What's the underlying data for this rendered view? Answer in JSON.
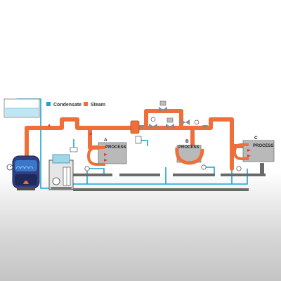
{
  "legend": {
    "condensate_label": "Condensate",
    "steam_label": "Steam"
  },
  "colors": {
    "condensate": "#1aa3d4",
    "steam": "#ee6f3a",
    "process_box": "#b9b9b9",
    "valve_gray": "#8a8a8a"
  },
  "process_units": [
    {
      "tag": "A",
      "label": "PROCESS"
    },
    {
      "tag": "B",
      "label": "PROCESS"
    },
    {
      "tag": "C",
      "label": "PROCESS"
    }
  ]
}
